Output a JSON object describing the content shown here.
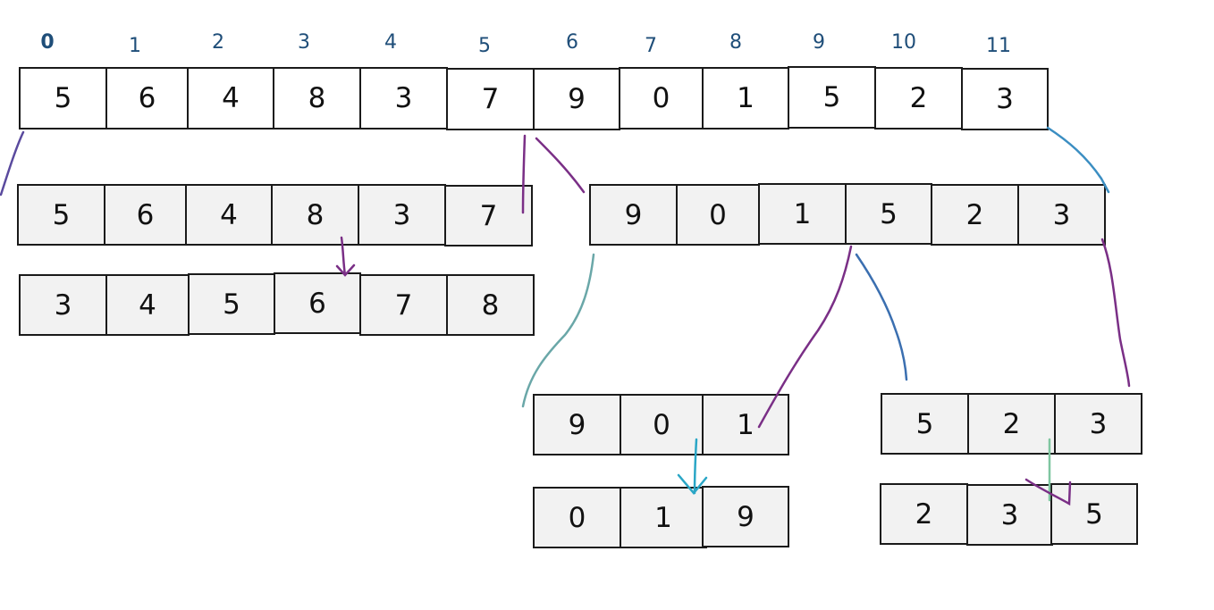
{
  "indices": [
    "0",
    "1",
    "2",
    "3",
    "4",
    "5",
    "6",
    "7",
    "8",
    "9",
    "10",
    "11"
  ],
  "arrays": {
    "original": [
      "5",
      "6",
      "4",
      "8",
      "3",
      "7",
      "9",
      "0",
      "1",
      "5",
      "2",
      "3"
    ],
    "left_half": [
      "5",
      "6",
      "4",
      "8",
      "3",
      "7"
    ],
    "left_sorted": [
      "3",
      "4",
      "5",
      "6",
      "7",
      "8"
    ],
    "right_half": [
      "9",
      "0",
      "1",
      "5",
      "2",
      "3"
    ],
    "right_left_quarter": [
      "9",
      "0",
      "1"
    ],
    "right_left_sorted": [
      "0",
      "1",
      "9"
    ],
    "right_right_quarter": [
      "5",
      "2",
      "3"
    ],
    "right_right_sorted": [
      "2",
      "3",
      "5"
    ]
  },
  "colors": {
    "index_text": "#1f4e79",
    "cell_border": "#1a1a1a",
    "cell_fill": "#f2f2f2",
    "ink_purple": "#7a2f86",
    "ink_blue": "#3b6fb0",
    "ink_teal": "#2aa6c6",
    "ink_green": "#7fc6a0"
  }
}
